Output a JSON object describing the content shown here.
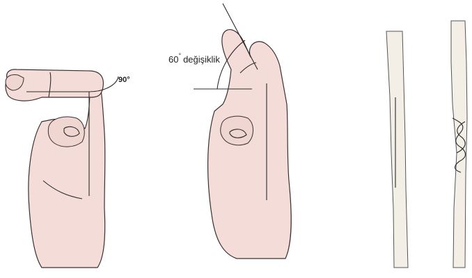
{
  "figure": {
    "left_angle": {
      "value": "90",
      "unit": "°"
    },
    "middle_angle": {
      "value": "60",
      "unit": "°",
      "text": "değişiklik"
    }
  },
  "colors": {
    "skin": "#f4ddd8",
    "outline": "#3a3030",
    "tendon": "#f3efe6"
  }
}
